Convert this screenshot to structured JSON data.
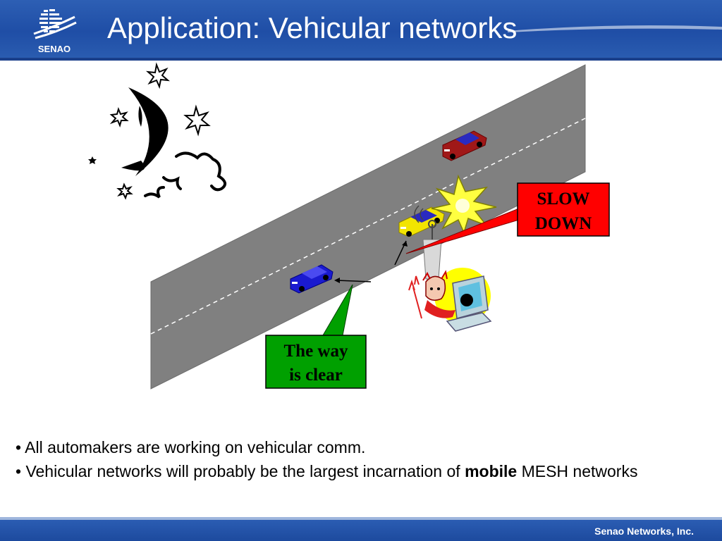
{
  "slide": {
    "title": "Application: Vehicular networks",
    "logo_text": "SENAO",
    "footer_text": "Senao Networks, Inc."
  },
  "scene": {
    "sign_slow_down": [
      "SLOW",
      "DOWN"
    ],
    "sign_way_clear": [
      "The way",
      "is clear"
    ],
    "colors": {
      "road": "#808080",
      "slow_down_sign": "#ff0000",
      "way_clear_sign": "#00a000",
      "car_red": "#a01818",
      "car_yellow": "#f2e400",
      "car_blue": "#1a1ad0"
    },
    "icons": [
      "moon-icon",
      "star-icon",
      "cloud-icon",
      "explosion-icon",
      "antenna-icon",
      "devil-icon",
      "computer-icon",
      "bomb-icon"
    ]
  },
  "bullets": [
    {
      "text": "• All automakers are working on vehicular comm."
    },
    {
      "before": "• Vehicular networks will probably be the largest incarnation of ",
      "bold": "mobile",
      "after": " MESH networks"
    }
  ]
}
